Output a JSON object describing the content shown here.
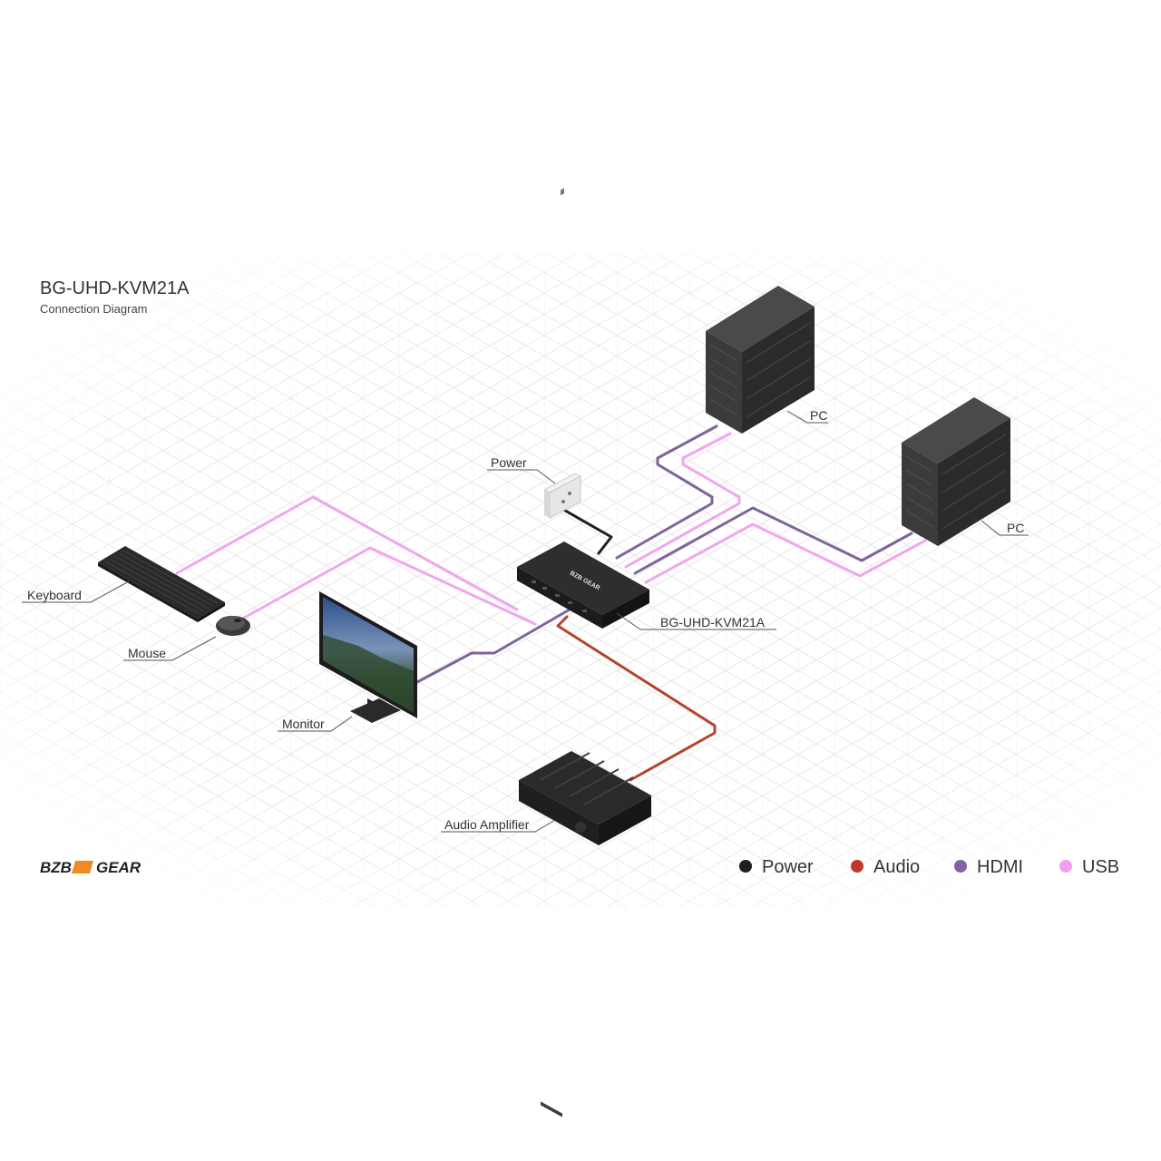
{
  "header": {
    "title": "BG-UHD-KVM21A",
    "subtitle": "Connection Diagram"
  },
  "devices": {
    "pc_top": "PC",
    "pc_right": "PC",
    "power_outlet": "Power",
    "keyboard": "Keyboard",
    "mouse": "Mouse",
    "monitor": "Monitor",
    "kvm_switch": "BG-UHD-KVM21A",
    "audio_amplifier": "Audio Amplifier"
  },
  "brand": {
    "logo_text_left": "BZB",
    "logo_text_right": "GEAR",
    "logo_mark_color": "#f08a24"
  },
  "legend": [
    {
      "label": "Power",
      "color": "#1e1e1e"
    },
    {
      "label": "Audio",
      "color": "#c0392b"
    },
    {
      "label": "HDMI",
      "color": "#8064a2"
    },
    {
      "label": "USB",
      "color": "#f19ef0"
    }
  ],
  "cable_colors": {
    "power": "#1e1e1e",
    "audio": "#b5432c",
    "hdmi": "#7e6599",
    "usb": "#f0a6ee"
  }
}
